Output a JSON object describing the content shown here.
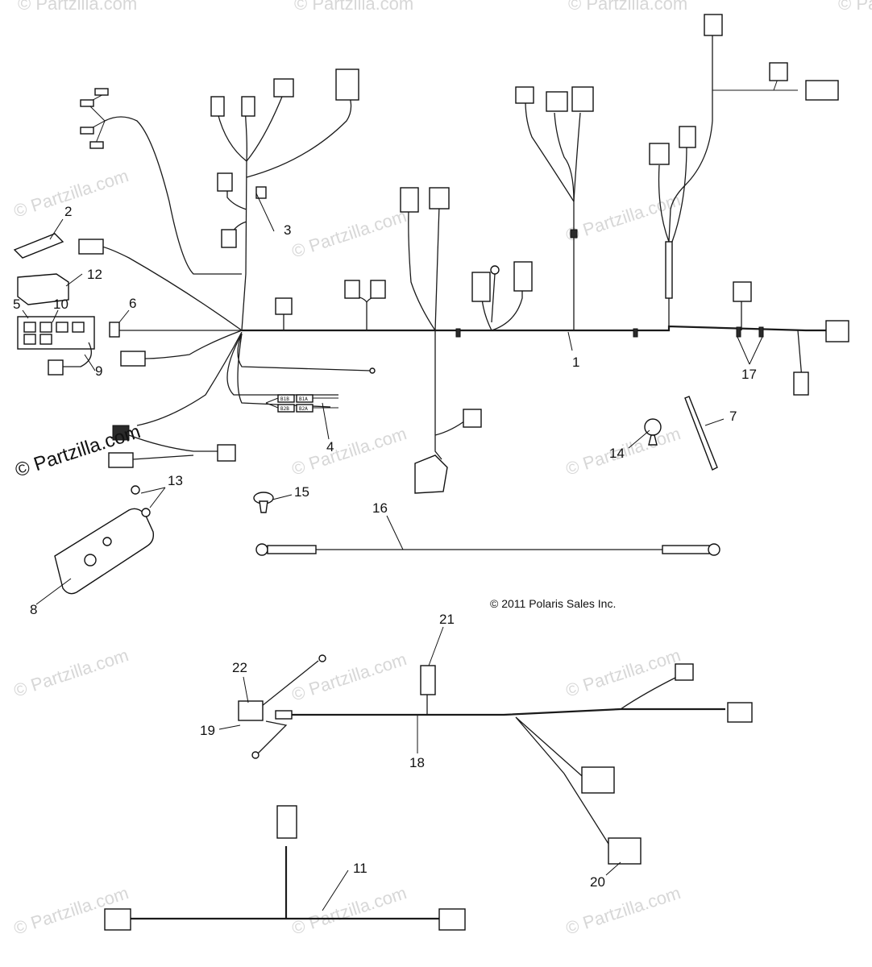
{
  "watermark": "© Partzilla.com",
  "copyright": "© 2011 Polaris Sales Inc.",
  "callouts": [
    "1",
    "2",
    "3",
    "4",
    "5",
    "6",
    "7",
    "8",
    "9",
    "10",
    "11",
    "12",
    "13",
    "14",
    "15",
    "16",
    "17",
    "18",
    "19",
    "20",
    "21",
    "22"
  ],
  "fuse_labels": [
    "B1B",
    "B1A",
    "B2B",
    "B2A"
  ]
}
